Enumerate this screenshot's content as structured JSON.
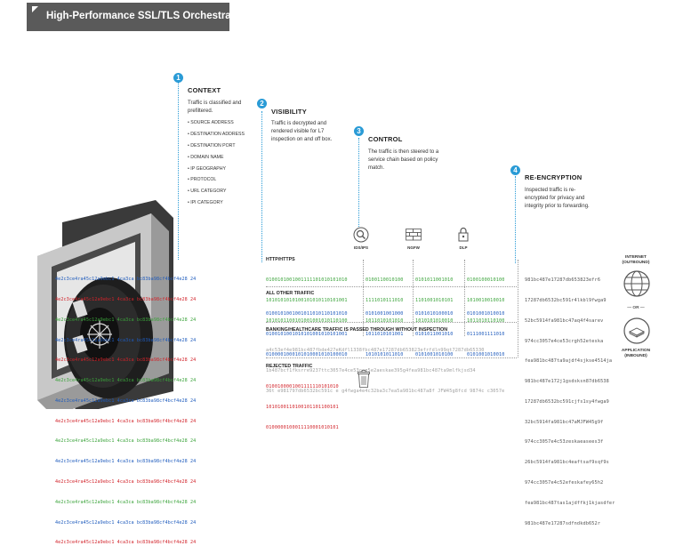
{
  "title": "High-Performance SSL/TLS Orchestration",
  "steps": [
    {
      "number": "1",
      "title": "CONTEXT",
      "description": "Traffic is classified and prefiltered."
    },
    {
      "number": "2",
      "title": "VISIBILITY",
      "description": "Traffic is decrypted and rendered visible for L7 inspection on and off box."
    },
    {
      "number": "3",
      "title": "CONTROL",
      "description": "The traffic is then steered to a service chain based on policy match."
    },
    {
      "number": "4",
      "title": "RE-ENCRYPTION",
      "description": "Inspected traffic is re-encrypted for privacy and integrity prior to forwarding."
    }
  ],
  "context_items": [
    "• SOURCE ADDRESS",
    "• DESTINATION ADDRESS",
    "• DESTINATION PORT",
    "• DOMAIN NAME",
    "• IP GEOGRAPHY",
    "• PROTOCOL",
    "• URL CATEGORY",
    "• IPI CATEGORY"
  ],
  "services": [
    {
      "label": "IDS/IPS",
      "icon": "magnifier-icon"
    },
    {
      "label": "NGFW",
      "icon": "firewall-icon"
    },
    {
      "label": "DLP",
      "icon": "padlock-icon"
    }
  ],
  "sections": {
    "https": "HTTP/HTTPS",
    "other": "ALL OTHER TRAFFIC",
    "bypass": "BANKING/HEALTHCARE TRAFFIC IS PASSED THROUGH WITHOUT INSPECTION",
    "rejected": "REJECTED TRAFFIC"
  },
  "streams": {
    "https_bits": [
      "0100101001001111101010101010",
      "1010101010100101010110101001",
      "1010101100101001001010110100"
    ],
    "https_svc1": [
      "0100110010100",
      "1111010111010",
      "1011010101010"
    ],
    "https_svc2": [
      "0101011001010",
      "1101001010101",
      "1010101010010"
    ],
    "https_svc3": [
      "0100100010100",
      "1010010010010",
      "1011010110100"
    ],
    "other_bits": [
      "0100101001001011010110101010",
      "0100101001010101001010101001",
      "0100001000101010001010100010"
    ],
    "other_svc1": [
      "0101001001000",
      "1011010101001",
      "1010101011010"
    ],
    "other_svc2": [
      "0101010100010",
      "0101011001010",
      "0101001010100"
    ],
    "other_svc3": [
      "0101001010010",
      "0111001111010",
      "0101001010010"
    ],
    "bypass_hex": [
      "a4c53ef4e981bc487fbde427eKdfl1338fbc487e17287db653823efrfdln99qt7287db65330",
      "1b487bcf1fksrre9237ttc3057e4ce53ccg5e2aeskae395g4fea981bc487ta9mlfkjsd34"
    ],
    "bypass_hex2": "36t e981797db6532bc591c e g4fwga4e4c32ba3c7ea5a981bc487a8f JFW45g8fcd 9874c c3057e",
    "rejected_bits": [
      "0100100001001111110101010",
      "1010100110100101101100101",
      "0100000100011110001010101"
    ],
    "reencrypted": [
      "981bc487e17287db653823efr6",
      "17287db6532bc591r4lkbl9fwga9",
      "52bc5914fa981bc47aq4f4sarev",
      "974cc3057e4ce53crgh52eteska",
      "fea981bc487ta9ajdf4sjkse4514ja",
      "981bc487e172j1gsdsksn87db6538",
      "17287db6532bc591cjfs1sy4fwga9",
      "32bc5914fa981bc47aMJFW45g9f",
      "974cc3057e4c53zeskaeasees3f",
      "26bc5914fa981bc4eaftsaf9sqf9s",
      "974cc3057e4c52efeskafey65h2",
      "fea981bc487tas1ajdffkj1kjasdfer",
      "981bc487e17287sdfndkdb652r"
    ]
  },
  "vault_text": [
    "4e2c3ce4ra45c12a9ebc1 4ca3ca bc83ba98cf4bcf4e28 24",
    "4e2c3ce4ra45c12a9ebc1 4ca3ca bc83ba98cf4bcf4e28 24",
    "4e2c3ce4ra45c12a9ebc1 4ca3ca bc83ba98cf4bcf4e28 24",
    "4e2c3ce4ra45c12a9ebc1 4ca3ca bc83ba98cf4bcf4e28 24",
    "4e2c3ce4ra45c12a9ebc1 4ca3ca bc83ba98cf4bcf4e28 24",
    "4e2c3ce4ra45c12a9ebc1 4ca3ca bc83ba98cf4bcf4e28 24",
    "4e2c3ce4ra45c12a9ebc1 4ca3ca bc83ba98cf4bcf4e28 24",
    "4e2c3ce4ra45c12a9ebc1 4ca3ca bc83ba98cf4bcf4e28 24",
    "4e2c3ce4ra45c12a9ebc1 4ca3ca bc83ba98cf4bcf4e28 24",
    "4e2c3ce4ra45c12a9ebc1 4ca3ca bc83ba98cf4bcf4e28 24",
    "4e2c3ce4ra45c12a9ebc1 4ca3ca bc83ba98cf4bcf4e28 24",
    "4e2c3ce4ra45c12a9ebc1 4ca3ca bc83ba98cf4bcf4e28 24",
    "4e2c3ce4ra45c12a9ebc1 4ca3ca bc83ba98cf4bcf4e28 24",
    "4e2c3ce4ra45c12a9ebc1 4ca3ca bc83ba98cf4bcf4e28 24"
  ],
  "endpoints": {
    "internet": "INTERNET (OUTBOUND)",
    "or": "— OR —",
    "application": "APPLICATION (INBOUND)"
  },
  "colors": {
    "accent": "#2a9bd6",
    "title_bar": "#5a5a5a",
    "green": "#3aa33a",
    "blue": "#1e5bbd",
    "red": "#d2232a",
    "grey": "#a0a0a0"
  }
}
